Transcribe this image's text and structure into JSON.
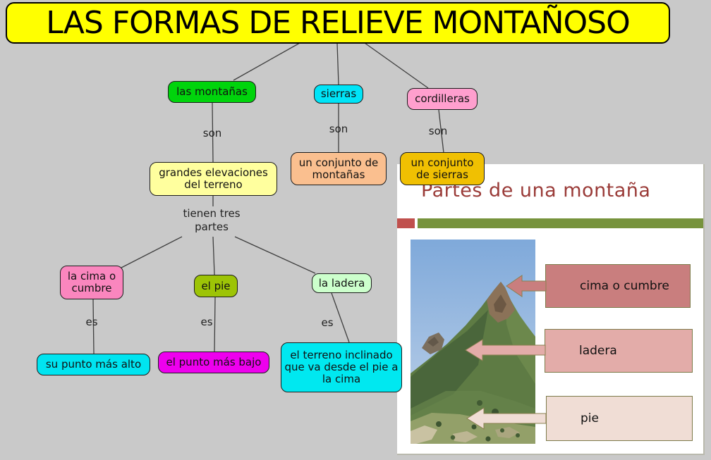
{
  "page": {
    "background_color": "#c9c9c9",
    "title": "LAS FORMAS DE RELIEVE MONTAÑOSO",
    "title_bg": "#ffff00"
  },
  "map": {
    "nodes": {
      "montanas": {
        "label": "las montañas",
        "color": "#00d40c"
      },
      "sierras": {
        "label": "sierras",
        "color": "#00e4f7"
      },
      "cordilleras": {
        "label": "cordilleras",
        "color": "#ff9fce"
      },
      "grandes": {
        "label": "grandes elevaciones del terreno",
        "color": "#ffff9e"
      },
      "conjunto_montanas": {
        "label": "un conjunto de montañas",
        "color": "#fabf8f"
      },
      "conjunto_sierras": {
        "label": "un conjunto de sierras",
        "color": "#f0c002"
      },
      "cima": {
        "label": "la cima o cumbre",
        "color": "#fa86be"
      },
      "pie": {
        "label": "el pie",
        "color": "#9dc406"
      },
      "ladera": {
        "label": "la ladera",
        "color": "#ccffcc"
      },
      "punto_alto": {
        "label": "su punto más alto",
        "color": "#00e4f0"
      },
      "punto_bajo": {
        "label": "el punto más bajo",
        "color": "#ee00ee"
      },
      "terreno": {
        "label": "el terreno inclinado que va desde el pie a la cima",
        "color": "#00e8f0"
      }
    },
    "links": {
      "son1": "son",
      "son2": "son",
      "son3": "son",
      "tienen": "tienen tres partes",
      "es1": "es",
      "es2": "es",
      "es3": "es"
    }
  },
  "panel": {
    "title": "Partes de una montaña",
    "title_color": "#9a3b38",
    "accent_red": "#c0504d",
    "accent_green": "#77933c",
    "callouts": {
      "cima": {
        "label": "cima o cumbre",
        "color": "#c97e7e"
      },
      "ladera": {
        "label": "ladera",
        "color": "#e3aca9"
      },
      "pie": {
        "label": "pie",
        "color": "#f0ddd5"
      }
    }
  }
}
